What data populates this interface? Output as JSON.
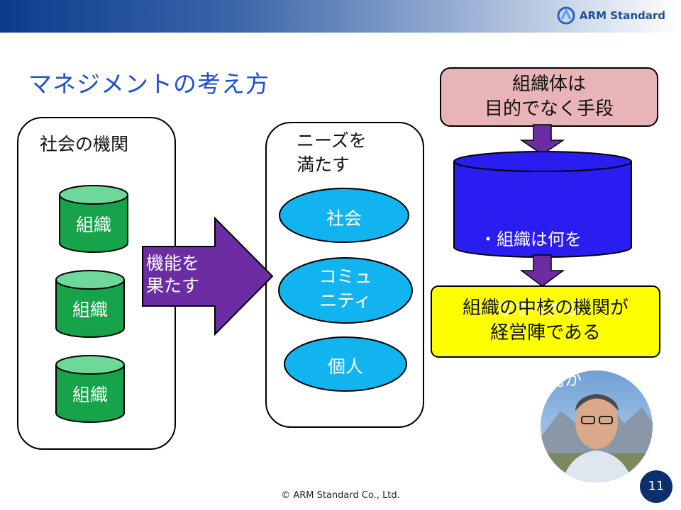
{
  "header": {
    "brand": "ARM Standard"
  },
  "slide": {
    "title": "マネジメントの考え方",
    "left_panel": {
      "label": "社会の機関",
      "cylinders": [
        "組織",
        "組織",
        "組織"
      ]
    },
    "arrow_label": "機能を\n果たす",
    "middle_panel": {
      "label": "ニーズを\n満たす",
      "ellipses": [
        "社会",
        "コミュ\nニティ",
        "個人"
      ]
    },
    "right": {
      "top_box": "組織体は\n目的でなく手段",
      "cylinder_lines": [
        "・組織は何を",
        "　なすべきか",
        "・機能は何か"
      ],
      "bottom_box": "組織の中核の機関が\n経営陣である"
    }
  },
  "footer": {
    "copyright": "© ARM Standard Co., Ltd.",
    "page": "11"
  },
  "colors": {
    "title": "#1d4fd8",
    "green": "#16a34a",
    "green_top": "#6ed89a",
    "cyan": "#12b4f0",
    "purple": "#6c2da3",
    "blue_cyl": "#2a1df0",
    "pink": "#e8b4b8",
    "yellow": "#ffff00"
  }
}
